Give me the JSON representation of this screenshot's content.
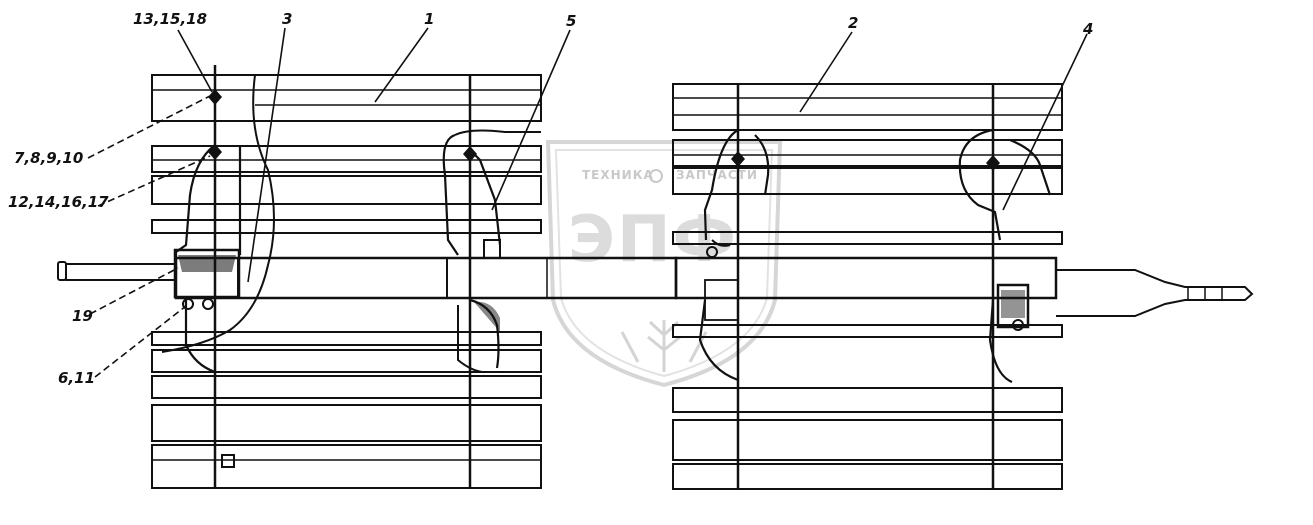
{
  "callouts": [
    {
      "id": "c1",
      "text": "13,15,18"
    },
    {
      "id": "c2",
      "text": "3"
    },
    {
      "id": "c3",
      "text": "1"
    },
    {
      "id": "c4",
      "text": "5"
    },
    {
      "id": "c5",
      "text": "2"
    },
    {
      "id": "c6",
      "text": "4"
    },
    {
      "id": "c7",
      "text": "7,8,9,10"
    },
    {
      "id": "c8",
      "text": "12,14,16,17"
    },
    {
      "id": "c9",
      "text": "19"
    },
    {
      "id": "c10",
      "text": "6,11"
    }
  ],
  "watermark": {
    "brand_left": "ТЕХНИКА",
    "brand_right": "ЗАПЧАСТИ",
    "monogram": "ЭПФ",
    "color": "#cfcfcf"
  },
  "line_color": "#111111"
}
